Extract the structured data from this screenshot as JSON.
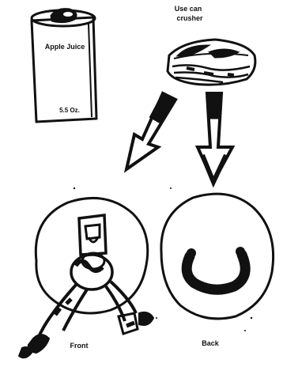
{
  "labels": {
    "can_name": "Apple Juice",
    "can_volume": "5.5 Oz.",
    "instruction": [
      "Use can",
      "crusher"
    ],
    "front": "Front",
    "back": "Back"
  },
  "colors": {
    "ink": "#111111",
    "paper": "#ffffff"
  }
}
